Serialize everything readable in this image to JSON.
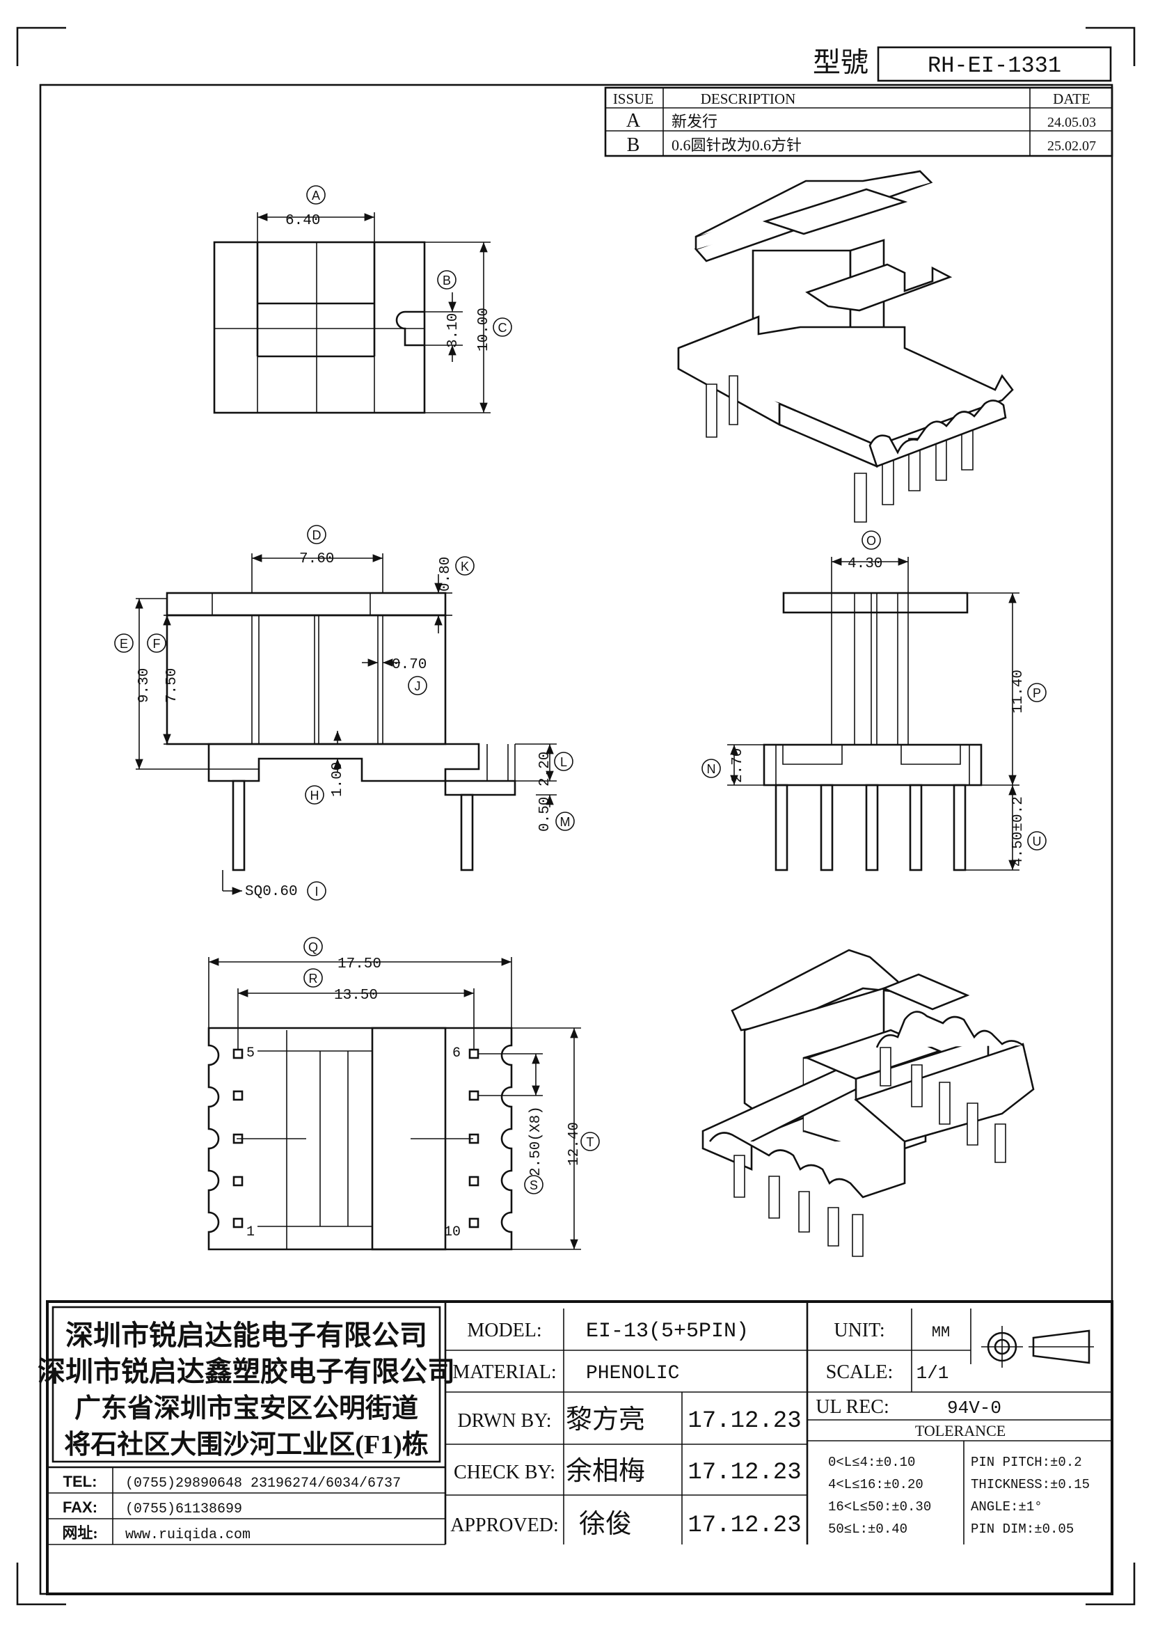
{
  "title_block": {
    "type_label": "型號",
    "model_code": "RH-EI-1331"
  },
  "revision_table": {
    "headers": [
      "ISSUE",
      "DESCRIPTION",
      "DATE"
    ],
    "rows": [
      {
        "issue": "A",
        "description": "新发行",
        "date": "24.05.03"
      },
      {
        "issue": "B",
        "description": "0.6圆针改为0.6方针",
        "date": "25.02.07"
      }
    ]
  },
  "dimensions": {
    "top_view": {
      "A": "A",
      "A_val": "6.40",
      "B": "B",
      "B_val": "3.10",
      "C": "C",
      "C_val": "10.00"
    },
    "side_view": {
      "D": "D",
      "D_val": "7.60",
      "K": "K",
      "K_val": "0.80",
      "E": "E",
      "E_val": "9.30",
      "F": "F",
      "F_val": "7.50",
      "J": "J",
      "J_val": "0.70",
      "L": "L",
      "L_val": "2.20",
      "H": "H",
      "H_val": "1.00",
      "M": "M",
      "M_val": "0.50",
      "I": "I",
      "I_val": "SQ0.60"
    },
    "end_view": {
      "O": "O",
      "O_val": "4.30",
      "P": "P",
      "P_val": "11.40",
      "N": "N",
      "N_val": "2.70",
      "U": "U",
      "U_val": "4.50±0.2"
    },
    "bottom_view": {
      "Q": "Q",
      "Q_val": "17.50",
      "R": "R",
      "R_val": "13.50",
      "S": "S",
      "S_val": "2.50(X8)",
      "T": "T",
      "T_val": "12.40",
      "pin5": "5",
      "pin6": "6",
      "pin1": "1",
      "pin10": "10"
    }
  },
  "company": {
    "line1": "深圳市锐启达能电子有限公司",
    "line2": "深圳市锐启达鑫塑胶电子有限公司",
    "line3": "广东省深圳市宝安区公明街道",
    "line4": "将石社区大围沙河工业区(F1)栋",
    "tel_label": "TEL:",
    "tel_value": "(0755)29890648   23196274/6034/6737",
    "fax_label": "FAX:",
    "fax_value": "(0755)61138699",
    "web_label": "网址:",
    "web_value": "www.ruiqida.com"
  },
  "spec": {
    "model_label": "MODEL:",
    "model_value": "EI-13(5+5PIN)",
    "material_label": "MATERIAL:",
    "material_value": "PHENOLIC",
    "drawn_label": "DRWN BY:",
    "drawn_name": "黎方亮",
    "drawn_date": "17.12.23",
    "check_label": "CHECK BY:",
    "check_name": "余相梅",
    "check_date": "17.12.23",
    "approved_label": "APPROVED:",
    "approved_name": "徐俊",
    "approved_date": "17.12.23",
    "unit_label": "UNIT:",
    "unit_value": "MM",
    "scale_label": "SCALE:",
    "scale_value": "1/1",
    "ul_label": "UL REC:",
    "ul_value": "94V-0",
    "tolerance_label": "TOLERANCE",
    "tol_left": [
      "0<L≤4:±0.10",
      "4<L≤16:±0.20",
      "16<L≤50:±0.30",
      "50≤L:±0.40"
    ],
    "tol_right": [
      "PIN PITCH:±0.2",
      "THICKNESS:±0.15",
      "ANGLE:±1°",
      "PIN DIM:±0.05"
    ]
  }
}
